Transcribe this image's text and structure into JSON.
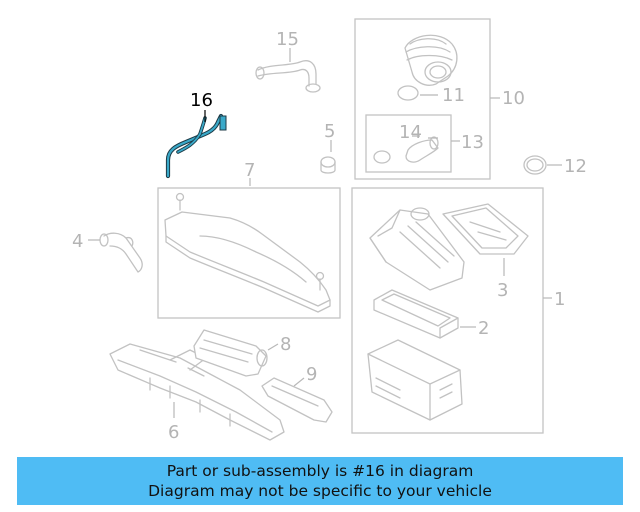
{
  "diagram": {
    "highlighted_part": "16",
    "callouts": {
      "c1": "1",
      "c2": "2",
      "c3": "3",
      "c4": "4",
      "c5": "5",
      "c6": "6",
      "c7": "7",
      "c8": "8",
      "c9": "9",
      "c10": "10",
      "c11": "11",
      "c12": "12",
      "c13": "13",
      "c14": "14",
      "c15": "15",
      "c16": "16"
    },
    "colors": {
      "highlight_part": "#3aa9c9",
      "line_art": "#c2c2c2",
      "banner": "#4fbcf4"
    }
  },
  "banner": {
    "line1": "Part or sub-assembly is #16 in diagram",
    "line2": "Diagram may not be specific to your vehicle"
  }
}
